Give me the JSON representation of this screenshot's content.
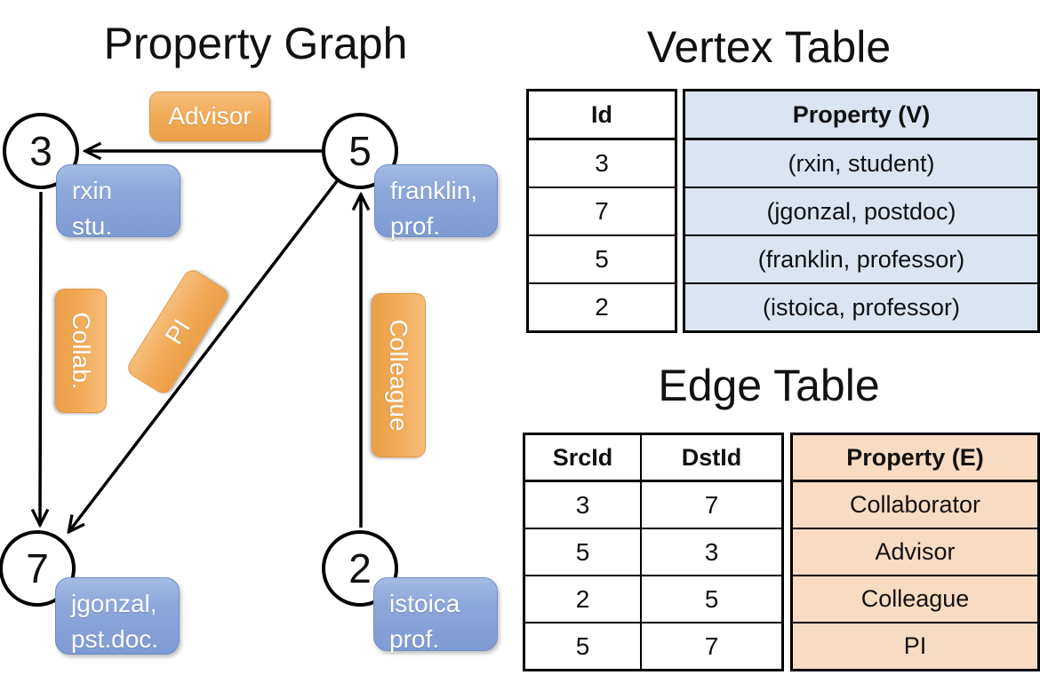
{
  "property_graph": {
    "title": "Property Graph",
    "nodes": [
      {
        "id": "3",
        "label_line1": "rxin",
        "label_line2": "stu."
      },
      {
        "id": "5",
        "label_line1": "franklin,",
        "label_line2": "prof."
      },
      {
        "id": "7",
        "label_line1": "jgonzal,",
        "label_line2": "pst.doc."
      },
      {
        "id": "2",
        "label_line1": "istoica",
        "label_line2": "prof."
      }
    ],
    "edge_labels": {
      "advisor": "Advisor",
      "collab": "Collab.",
      "pi": "PI",
      "colleague": "Colleague"
    }
  },
  "vertex_table": {
    "title": "Vertex Table",
    "headers": {
      "id": "Id",
      "property": "Property (V)"
    },
    "rows": [
      {
        "id": "3",
        "property": "(rxin, student)"
      },
      {
        "id": "7",
        "property": "(jgonzal, postdoc)"
      },
      {
        "id": "5",
        "property": "(franklin, professor)"
      },
      {
        "id": "2",
        "property": "(istoica, professor)"
      }
    ]
  },
  "edge_table": {
    "title": "Edge Table",
    "headers": {
      "src": "SrcId",
      "dst": "DstId",
      "property": "Property (E)"
    },
    "rows": [
      {
        "src": "3",
        "dst": "7",
        "property": "Collaborator"
      },
      {
        "src": "5",
        "dst": "3",
        "property": "Advisor"
      },
      {
        "src": "2",
        "dst": "5",
        "property": "Colleague"
      },
      {
        "src": "5",
        "dst": "7",
        "property": "PI"
      }
    ]
  },
  "colors": {
    "vertex_property_fill": "#dbe5f2",
    "edge_property_fill": "#f8dcc2",
    "node_property_box_blue": "#7e9bd3",
    "edge_label_orange": "#f0a750",
    "line_black": "#000000"
  }
}
